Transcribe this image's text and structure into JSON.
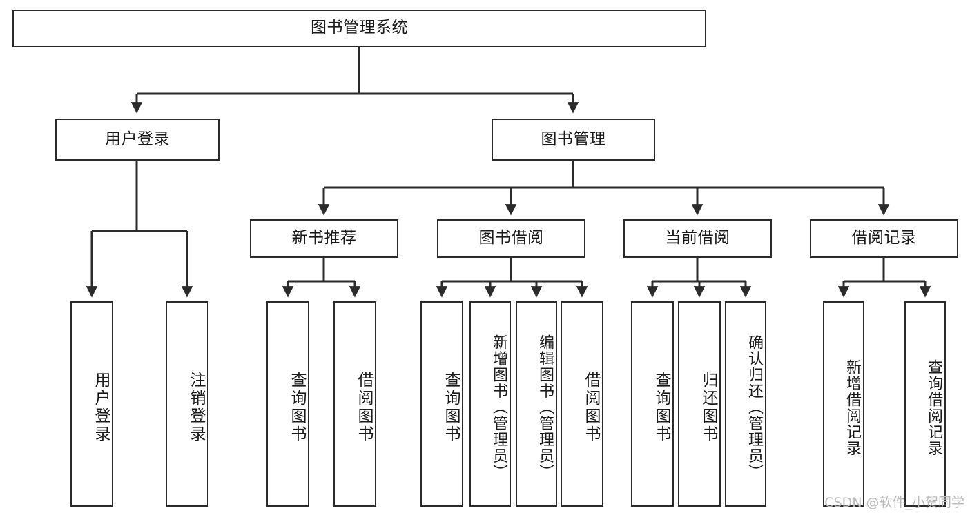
{
  "diagram": {
    "title": "图书管理系统",
    "type": "tree-hierarchy-diagram",
    "watermark": "CSDN @软件_小贺同学",
    "colors": {
      "box_border": "#2b2b2b",
      "box_fill": "#ffffff",
      "connector": "#2b2b2b",
      "text": "#1a1a1a",
      "watermark": "#b9b9b9"
    },
    "root": {
      "label": "图书管理系统"
    },
    "level2": [
      {
        "id": "user-login",
        "label": "用户登录"
      },
      {
        "id": "book-manage",
        "label": "图书管理"
      }
    ],
    "level3": [
      {
        "id": "new-book-recommend",
        "label": "新书推荐"
      },
      {
        "id": "book-borrow",
        "label": "图书借阅"
      },
      {
        "id": "current-borrow",
        "label": "当前借阅"
      },
      {
        "id": "borrow-record",
        "label": "借阅记录"
      }
    ],
    "leaves": {
      "user_login": [
        {
          "id": "leaf-user-login",
          "label": "用户登录"
        },
        {
          "id": "leaf-logout-login",
          "label": "注销登录"
        }
      ],
      "new_book_recommend": [
        {
          "id": "leaf-query-book-1",
          "label": "查询图书"
        },
        {
          "id": "leaf-borrow-book-1",
          "label": "借阅图书"
        }
      ],
      "book_borrow": [
        {
          "id": "leaf-query-book-2",
          "label": "查询图书"
        },
        {
          "id": "leaf-add-book",
          "label": "新增图书（管理员）"
        },
        {
          "id": "leaf-edit-book",
          "label": "编辑图书（管理员）"
        },
        {
          "id": "leaf-borrow-book-2",
          "label": "借阅图书"
        }
      ],
      "current_borrow": [
        {
          "id": "leaf-query-book-3",
          "label": "查询图书"
        },
        {
          "id": "leaf-return-book",
          "label": "归还图书"
        },
        {
          "id": "leaf-confirm-return",
          "label": "确认归还（管理员）"
        }
      ],
      "borrow_record": [
        {
          "id": "leaf-add-record",
          "label": "新增借阅记录"
        },
        {
          "id": "leaf-query-record",
          "label": "查询借阅记录"
        }
      ]
    }
  }
}
